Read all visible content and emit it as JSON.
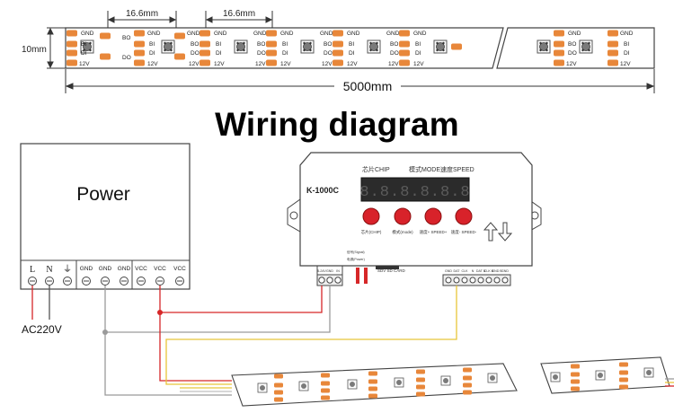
{
  "title": "Wiring diagram",
  "strip": {
    "pitch_label_1": "16.6mm",
    "pitch_label_2": "16.6mm",
    "width_label": "10mm",
    "length_label": "5000mm",
    "pin_gnd": "GND",
    "pin_bi": "BI",
    "pin_di": "DI",
    "pin_bo": "BO",
    "pin_do": "DO",
    "pin_12v": "12V"
  },
  "power": {
    "label": "Power",
    "terminals": [
      "L",
      "N",
      "⏚",
      "GND",
      "GND",
      "GND",
      "VCC",
      "VCC",
      "VCC"
    ],
    "input_label": "AC220V"
  },
  "controller": {
    "model": "K-1000C",
    "header_chip": "芯片CHIP",
    "header_mode": "模式MODE",
    "header_speed": "速度SPEED",
    "display": "8.8.8.8.8.8",
    "btn_labels": [
      "芯片(CHIP)",
      "模式(mode)",
      "速度+ SPEED+",
      "速度- SPEED-"
    ],
    "sd_label": "SDV SD CARD",
    "left_terminal_labels": [
      "5-24V",
      "GND",
      "IN"
    ],
    "left_small_labels": [
      "电源(Power)",
      "信号(Signal)"
    ],
    "right_terminal_labels": [
      "GND",
      "DAT",
      "CLK",
      "N",
      "DAT B",
      "CLK B",
      "GND B",
      "GND"
    ]
  },
  "colors": {
    "red_wire": "#d62728",
    "yellow_wire": "#e8c53a",
    "gray_wire": "#9a9a9a",
    "led_orange": "#e8873a",
    "button_red": "#d8222a"
  }
}
